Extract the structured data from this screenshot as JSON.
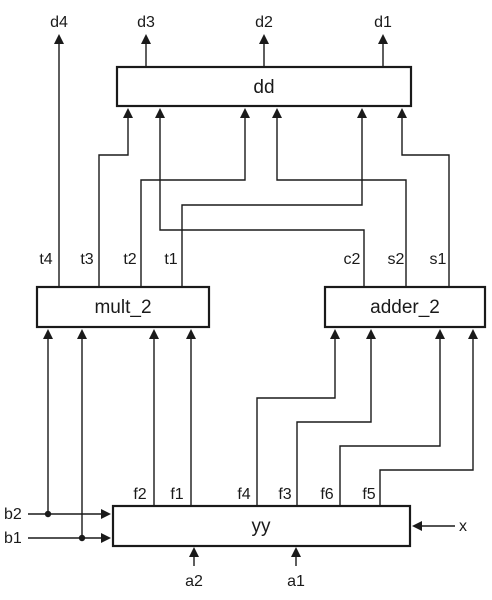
{
  "blocks": {
    "dd": "dd",
    "mult": "mult_2",
    "adder": "adder_2",
    "yy": "yy"
  },
  "signals": {
    "d1": "d1",
    "d2": "d2",
    "d3": "d3",
    "d4": "d4",
    "t1": "t1",
    "t2": "t2",
    "t3": "t3",
    "t4": "t4",
    "c2": "c2",
    "s2": "s2",
    "s1": "s1",
    "f1": "f1",
    "f2": "f2",
    "f3": "f3",
    "f4": "f4",
    "f5": "f5",
    "f6": "f6",
    "a1": "a1",
    "a2": "a2",
    "b1": "b1",
    "b2": "b2",
    "x": "x"
  }
}
